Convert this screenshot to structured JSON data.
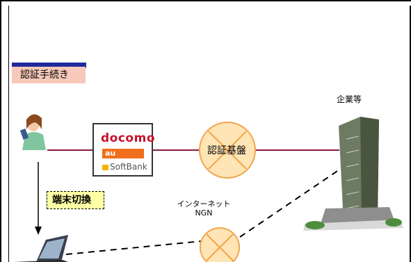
{
  "labels": {
    "auth_procedure": "認証手続き",
    "terminal_switch": "端末切換",
    "company": "企業等",
    "internet": "インターネット",
    "ngn": "NGN",
    "auth_platform": "認証基盤"
  },
  "carriers": {
    "docomo": "docomo",
    "au": "au",
    "softbank": "SoftBank"
  },
  "colors": {
    "auth_bar": "#1f2a9b",
    "auth_fill": "#f6c9ba",
    "switch_fill": "#ffffa6",
    "node_fill": "#ffe5b6",
    "node_stroke": "#f0a64b",
    "link_solid": "#8b1a3a",
    "building": "#5b6b55"
  }
}
